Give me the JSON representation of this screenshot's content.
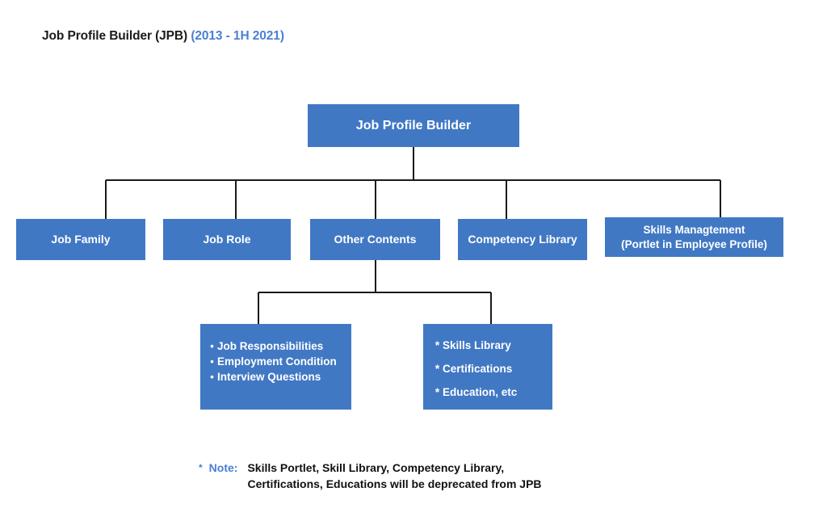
{
  "title": {
    "main": "Job Profile Builder (JPB)",
    "period": "(2013 - 1H 2021)"
  },
  "colors": {
    "box_fill": "#4178c4",
    "box_text": "#ffffff",
    "accent_blue": "#4a7fd4",
    "title_text": "#1a1a1a",
    "connector": "#1a1a1a",
    "note_text": "#111111",
    "background": "#ffffff"
  },
  "chart_data": {
    "type": "tree",
    "root": "Job Profile Builder",
    "levels": [
      [
        "Job Profile Builder"
      ],
      [
        "Job Family",
        "Job Role",
        "Other Contents",
        "Competency Library",
        "Skills Managtement (Portlet in Employee Profile)"
      ],
      [
        "Job Responsibilities / Employment Condition / Interview Questions",
        "Skills Library / Certifications / Education, etc"
      ]
    ],
    "edges": [
      [
        "Job Profile Builder",
        "Job Family"
      ],
      [
        "Job Profile Builder",
        "Job Role"
      ],
      [
        "Job Profile Builder",
        "Other Contents"
      ],
      [
        "Job Profile Builder",
        "Competency Library"
      ],
      [
        "Job Profile Builder",
        "Skills Managtement (Portlet in Employee Profile)"
      ],
      [
        "Other Contents",
        "Job Responsibilities / Employment Condition / Interview Questions"
      ],
      [
        "Other Contents",
        "Skills Library / Certifications / Education, etc"
      ]
    ]
  },
  "root_node": {
    "label": "Job Profile Builder"
  },
  "level2_nodes": [
    {
      "label": "Job Family"
    },
    {
      "label": "Job Role"
    },
    {
      "label": "Other Contents"
    },
    {
      "label": "Competency Library"
    },
    {
      "line1": "Skills Managtement",
      "line2": "(Portlet in Employee Profile)"
    }
  ],
  "content_lists": [
    {
      "marker": "•",
      "items": [
        "Job Responsibilities",
        "Employment Condition",
        "Interview Questions"
      ]
    },
    {
      "marker": "*",
      "items": [
        "Skills Library",
        "Certifications",
        "Education, etc"
      ]
    }
  ],
  "note": {
    "marker": "*",
    "label": "Note:",
    "line1": "Skills Portlet, Skill Library, Competency Library,",
    "line2": "Certifications, Educations will be deprecated from JPB"
  }
}
